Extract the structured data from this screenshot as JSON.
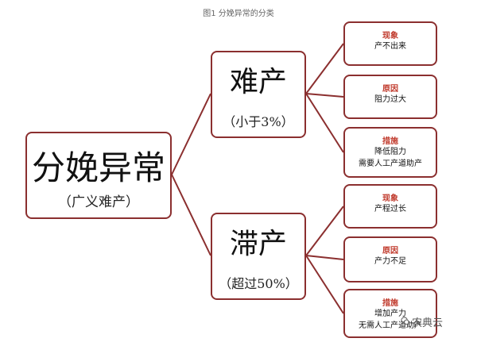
{
  "title": "图1 分娩异常的分类",
  "root": {
    "name": "分娩异常",
    "note": "（广义难产）"
  },
  "branches": [
    {
      "name": "难产",
      "note": "（小于3%）",
      "leaves": [
        {
          "heading": "现象",
          "lines": [
            "产不出来"
          ]
        },
        {
          "heading": "原因",
          "lines": [
            "阻力过大"
          ]
        },
        {
          "heading": "措施",
          "lines": [
            "降低阻力",
            "需要人工产道助产"
          ]
        }
      ]
    },
    {
      "name": "滞产",
      "note": "（超过50%）",
      "leaves": [
        {
          "heading": "现象",
          "lines": [
            "产程过长"
          ]
        },
        {
          "heading": "原因",
          "lines": [
            "产力不足"
          ]
        },
        {
          "heading": "措施",
          "lines": [
            "增加产力",
            "无需人工产道助产"
          ]
        }
      ]
    }
  ],
  "watermark": "农典云",
  "colors": {
    "border": "#8b2f2f",
    "heading": "#c0392b",
    "edge": "#8b2f2f"
  }
}
